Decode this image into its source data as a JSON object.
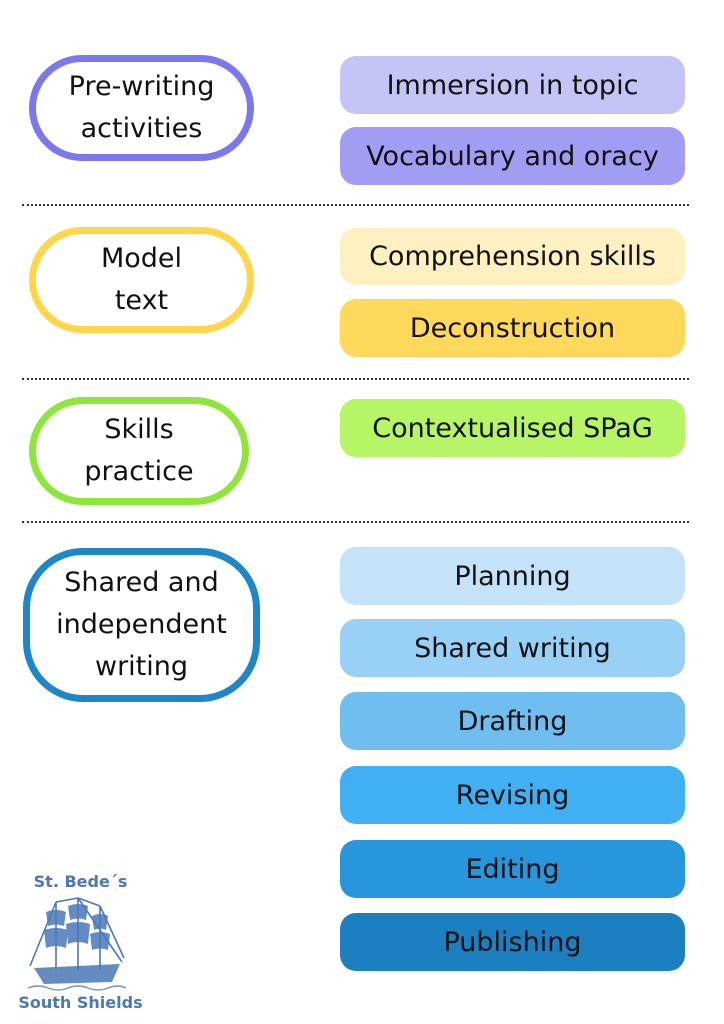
{
  "stages": [
    {
      "label": "Pre-writing\nactivities",
      "border_color": "#7b78ec",
      "steps": [
        {
          "label": "Immersion in topic",
          "color": "#c4c4f6"
        },
        {
          "label": "Vocabulary and oracy",
          "color": "#a19df2"
        }
      ]
    },
    {
      "label": "Model\ntext",
      "border_color": "#ffd54a",
      "steps": [
        {
          "label": "Comprehension skills",
          "color": "#fff0c2"
        },
        {
          "label": "Deconstruction",
          "color": "#ffd95c"
        }
      ]
    },
    {
      "label": "Skills\npractice",
      "border_color": "#8ee63c",
      "steps": [
        {
          "label": "Contextualised SPaG",
          "color": "#b6f565"
        }
      ]
    },
    {
      "label": "Shared and\nindependent\nwriting",
      "border_color": "#1f87c8",
      "steps": [
        {
          "label": "Planning",
          "color": "#c4e2f8"
        },
        {
          "label": "Shared writing",
          "color": "#99d0f5"
        },
        {
          "label": "Drafting",
          "color": "#70bdf0"
        },
        {
          "label": "Revising",
          "color": "#41b0f2"
        },
        {
          "label": "Editing",
          "color": "#2796dd"
        },
        {
          "label": "Publishing",
          "color": "#1c80c0"
        }
      ]
    }
  ],
  "logo": {
    "top_text": "St. Bede´s",
    "bottom_text": "South Shields",
    "color": "#4a78b8",
    "icon": "sailing-ship-icon"
  }
}
